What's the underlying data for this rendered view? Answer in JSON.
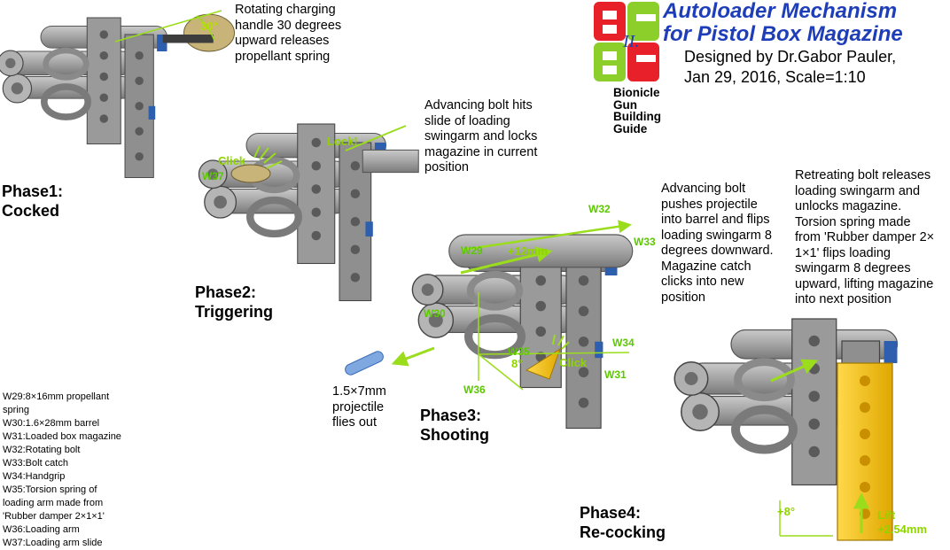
{
  "title": {
    "line1": "Autoloader Mechanism",
    "line2": "for Pistol Box Magazine"
  },
  "credit": {
    "line1": "Designed by Dr.Gabor Pauler,",
    "line2": "Jan 29, 2016, Scale=1:10"
  },
  "logo": {
    "roman": "II.",
    "line1": "Bionicle",
    "line2": "Gun",
    "line3": "Building",
    "line4": "Guide",
    "colors": {
      "red": "#e8202a",
      "green": "#8ccf2a"
    }
  },
  "phases": {
    "p1": {
      "line1": "Phase1:",
      "line2": "Cocked",
      "desc": [
        "Rotating charging",
        "handle 30 degrees",
        "upward releases",
        "propellant spring"
      ],
      "angle": "30°"
    },
    "p2": {
      "line1": "Phase2:",
      "line2": "Triggering",
      "desc": [
        "Advancing bolt hits",
        "slide of loading",
        "swingarm and locks",
        "magazine in current",
        "position"
      ],
      "click": "Click",
      "lock": "Lock!",
      "part": "W37"
    },
    "p3": {
      "line1": "Phase3:",
      "line2": "Shooting",
      "desc": [
        "Advancing bolt",
        "pushes projectile",
        "into barrel and flips",
        "loading swingarm 8",
        "degrees downward.",
        "Magazine catch",
        "clicks into new",
        "position"
      ],
      "travel": "+12mm",
      "angle": "8°",
      "click": "Click",
      "projectile": [
        "1.5×7mm",
        "projectile",
        "flies out"
      ],
      "parts": {
        "w29": "W29",
        "w30": "W30",
        "w31": "W31",
        "w32": "W32",
        "w33": "W33",
        "w34": "W34",
        "w35": "W35",
        "w36": "W36"
      }
    },
    "p4": {
      "line1": "Phase4:",
      "line2": "Re-cocking",
      "desc": [
        "Retreating bolt releases",
        "loading swingarm and",
        "unlocks magazine.",
        "Torsion spring made",
        "from 'Rubber damper 2×",
        "1×1' flips loading",
        "swingarm 8 degrees",
        "upward, lifting magazine",
        "into next position"
      ],
      "angle": "+8°",
      "lift": [
        "Lift",
        "+2.54mm"
      ]
    }
  },
  "legend": [
    "W29:8×16mm propellant",
    "spring",
    "W30:1.6×28mm barrel",
    "W31:Loaded box magazine",
    "W32:Rotating bolt",
    "W33:Bolt catch",
    "W34:Handgrip",
    "W35:Torsion spring of",
    "loading arm made from",
    "'Rubber damper 2×1×1'",
    "W36:Loading arm",
    "W37:Loading arm slide"
  ],
  "colors": {
    "title": "#1e3db8",
    "annotation_green": "#8fd400",
    "part_gray": "#a8a8a8",
    "magazine_yellow": "#f5c518"
  }
}
